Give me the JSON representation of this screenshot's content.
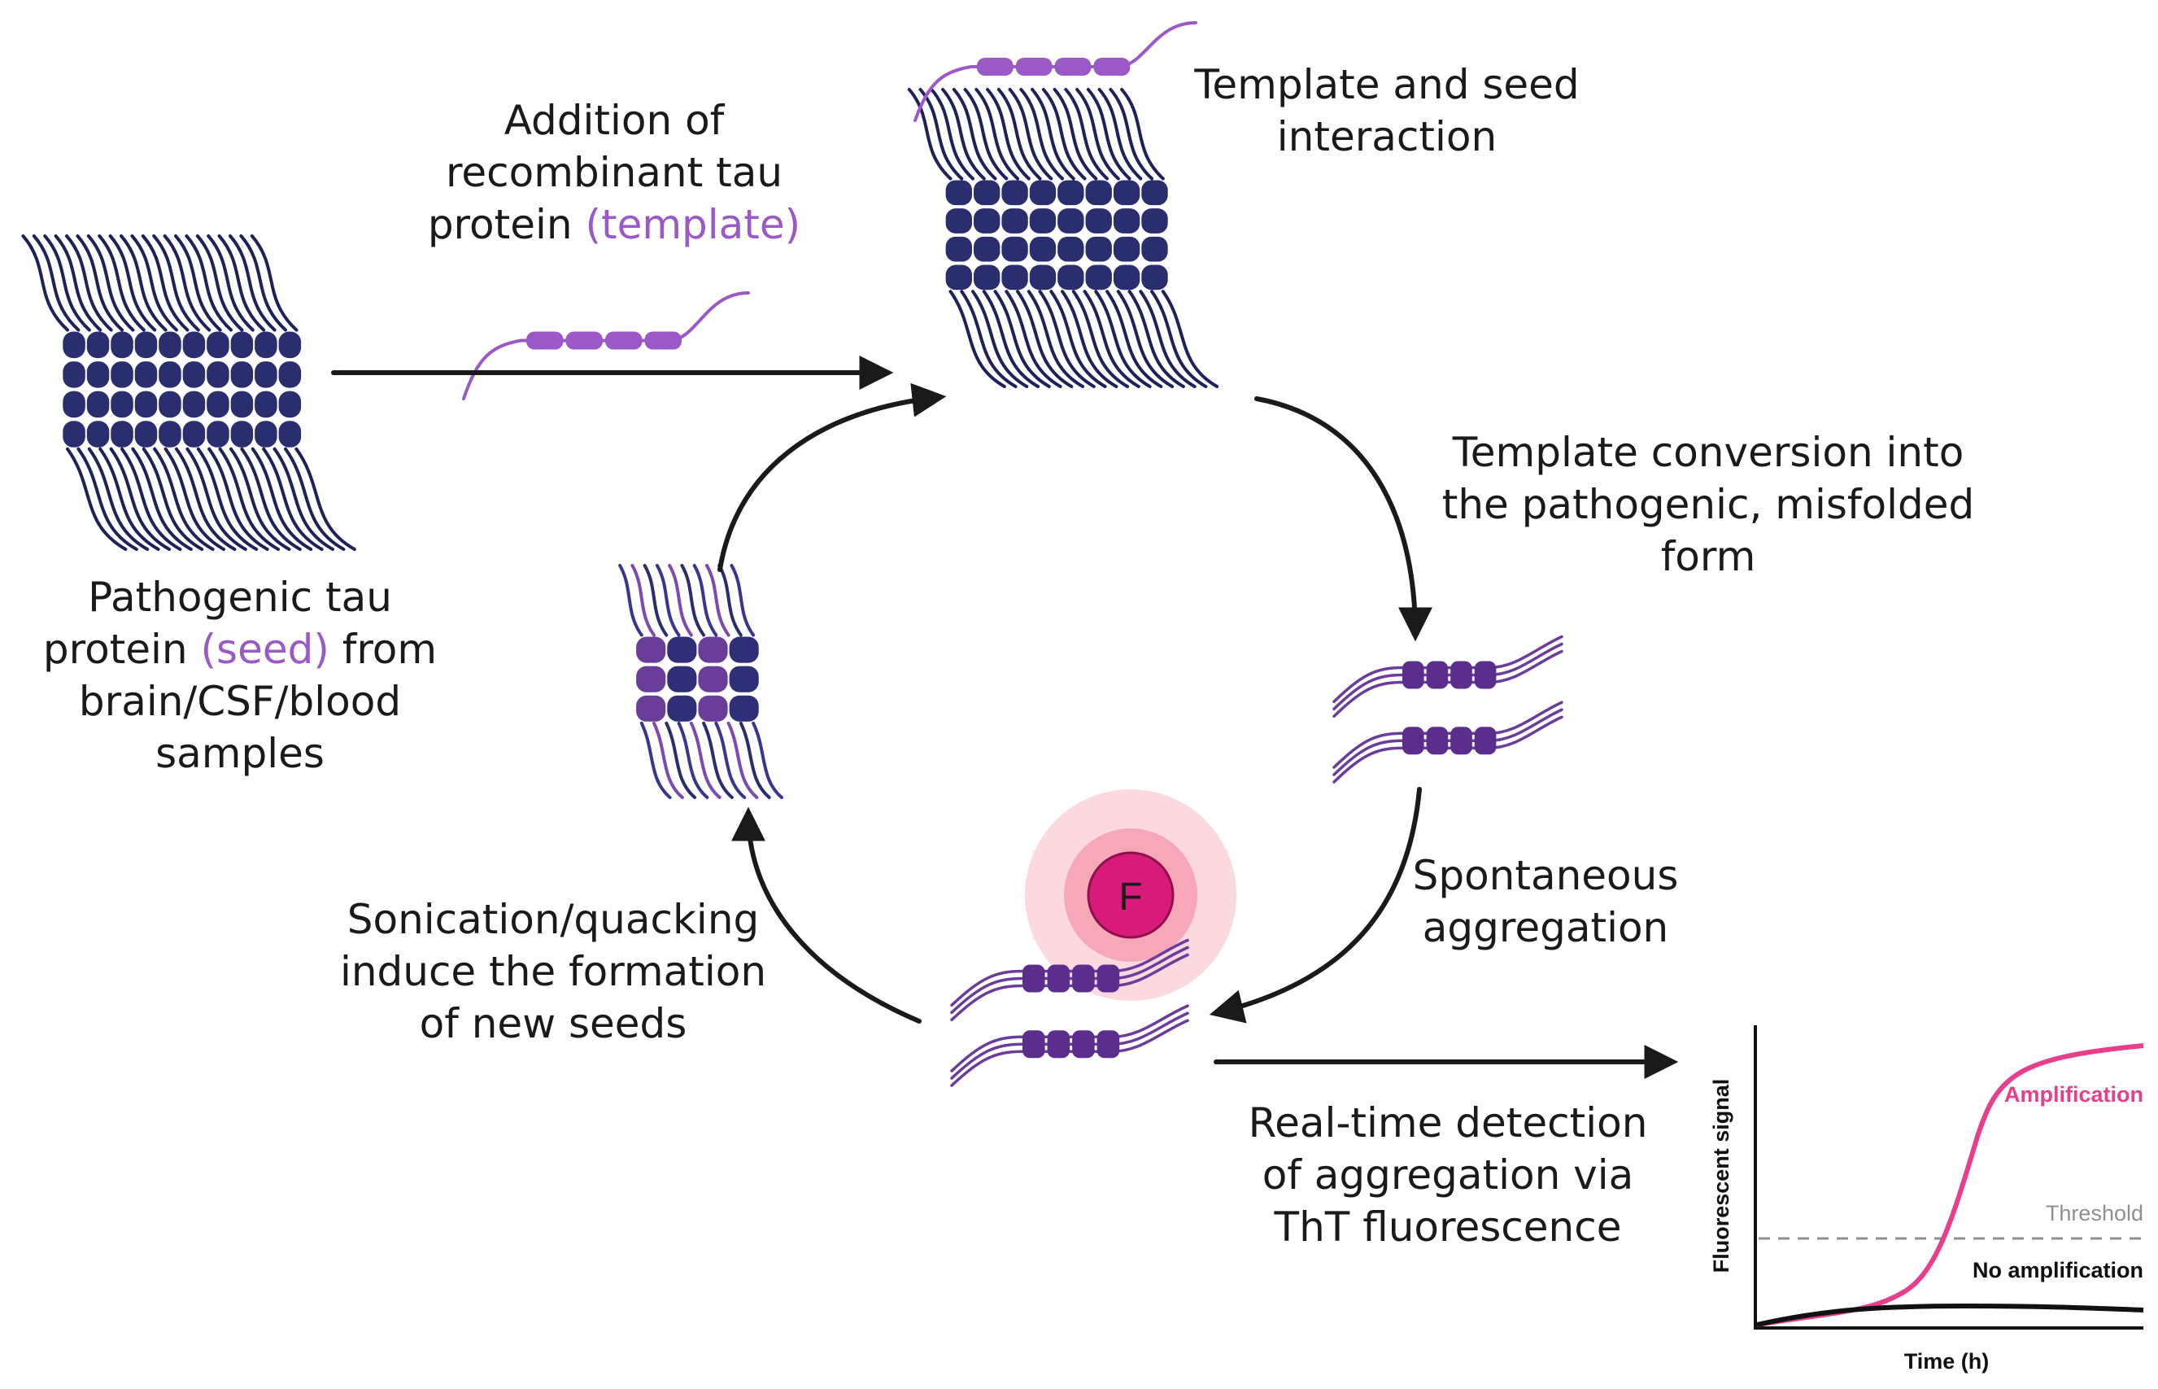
{
  "colors": {
    "fibril": "#2a2d6e",
    "strand_purple": "#6a3d9a",
    "template_purple": "#9b59c7",
    "highlight_text": "#9b59c7",
    "amplification": "#e83e8c",
    "threshold": "#8f8f8f",
    "arrow": "#1a1a1a",
    "glow_outer": "#fbd9df",
    "glow_mid": "#f7a8b8",
    "fluor_core": "#d81b7a"
  },
  "labels": {
    "addition": {
      "line1": "Addition of",
      "line2": "recombinant tau",
      "line3_pre": "protein ",
      "line3_hl": "(template)"
    },
    "interaction": {
      "line1": "Template and seed",
      "line2": "interaction"
    },
    "conversion": {
      "line1": "Template conversion into",
      "line2": "the pathogenic, misfolded",
      "line3": "form"
    },
    "pathogenic": {
      "line1": "Pathogenic tau",
      "line2_pre": "protein ",
      "line2_hl": "(seed)",
      "line2_post": " from",
      "line3": "brain/CSF/blood",
      "line4": "samples"
    },
    "spontaneous": {
      "line1": "Spontaneous",
      "line2": "aggregation"
    },
    "sonication": {
      "line1": "Sonication/quacking",
      "line2": "induce the formation",
      "line3": "of new seeds"
    },
    "detection": {
      "line1": "Real-time detection",
      "line2": "of aggregation via",
      "line3": "ThT fluorescence"
    }
  },
  "fluorophore": {
    "letter": "F"
  },
  "chart_data": {
    "type": "line",
    "xlabel": "Time (h)",
    "ylabel": "Fluorescent signal",
    "series": [
      {
        "name": "Amplification",
        "color": "#e83e8c"
      },
      {
        "name": "No amplification",
        "color": "#111111"
      }
    ],
    "threshold_label": "Threshold"
  }
}
